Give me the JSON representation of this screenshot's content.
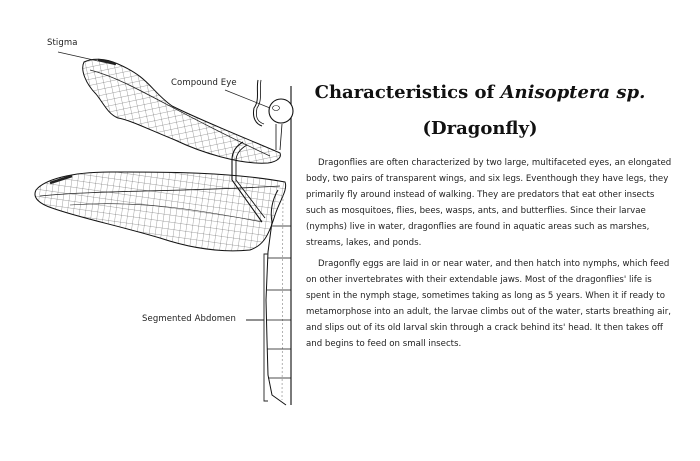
{
  "diagram": {
    "subject": "Dragonfly (side view, left half)",
    "labels": {
      "stigma": "Stigma",
      "compound_eye": "Compound Eye",
      "segmented_abdomen": "Segmented Abdomen"
    }
  },
  "title": {
    "prefix": "Characteristics of ",
    "scientific_name": "Anisoptera sp.",
    "common_name": "(Dragonfly)"
  },
  "body": {
    "paragraphs": [
      "Dragonflies are often characterized by two large, multifaceted eyes, an elongated body, two pairs of transparent wings, and six legs. Eventhough they have legs, they primarily fly around instead of walking. They are predators that eat other insects such as mosquitoes, flies, bees, wasps, ants, and butterflies. Since their larvae (nymphs) live in water, dragonflies are found in aquatic areas such as marshes, streams, lakes, and ponds.",
      "Dragonfly eggs are laid in or near water, and then hatch into nymphs, which feed on other invertebrates with their extendable jaws. Most of the dragonflies' life is spent in the nymph stage, sometimes taking as long as 5 years. When it if ready to metamorphose into an adult, the larvae climbs out of the water, starts breathing air, and slips out of its old larval skin through a crack behind its' head. It then takes off and begins to feed on small insects."
    ]
  },
  "colors": {
    "ink": "#1a1a1a",
    "background": "#ffffff"
  }
}
